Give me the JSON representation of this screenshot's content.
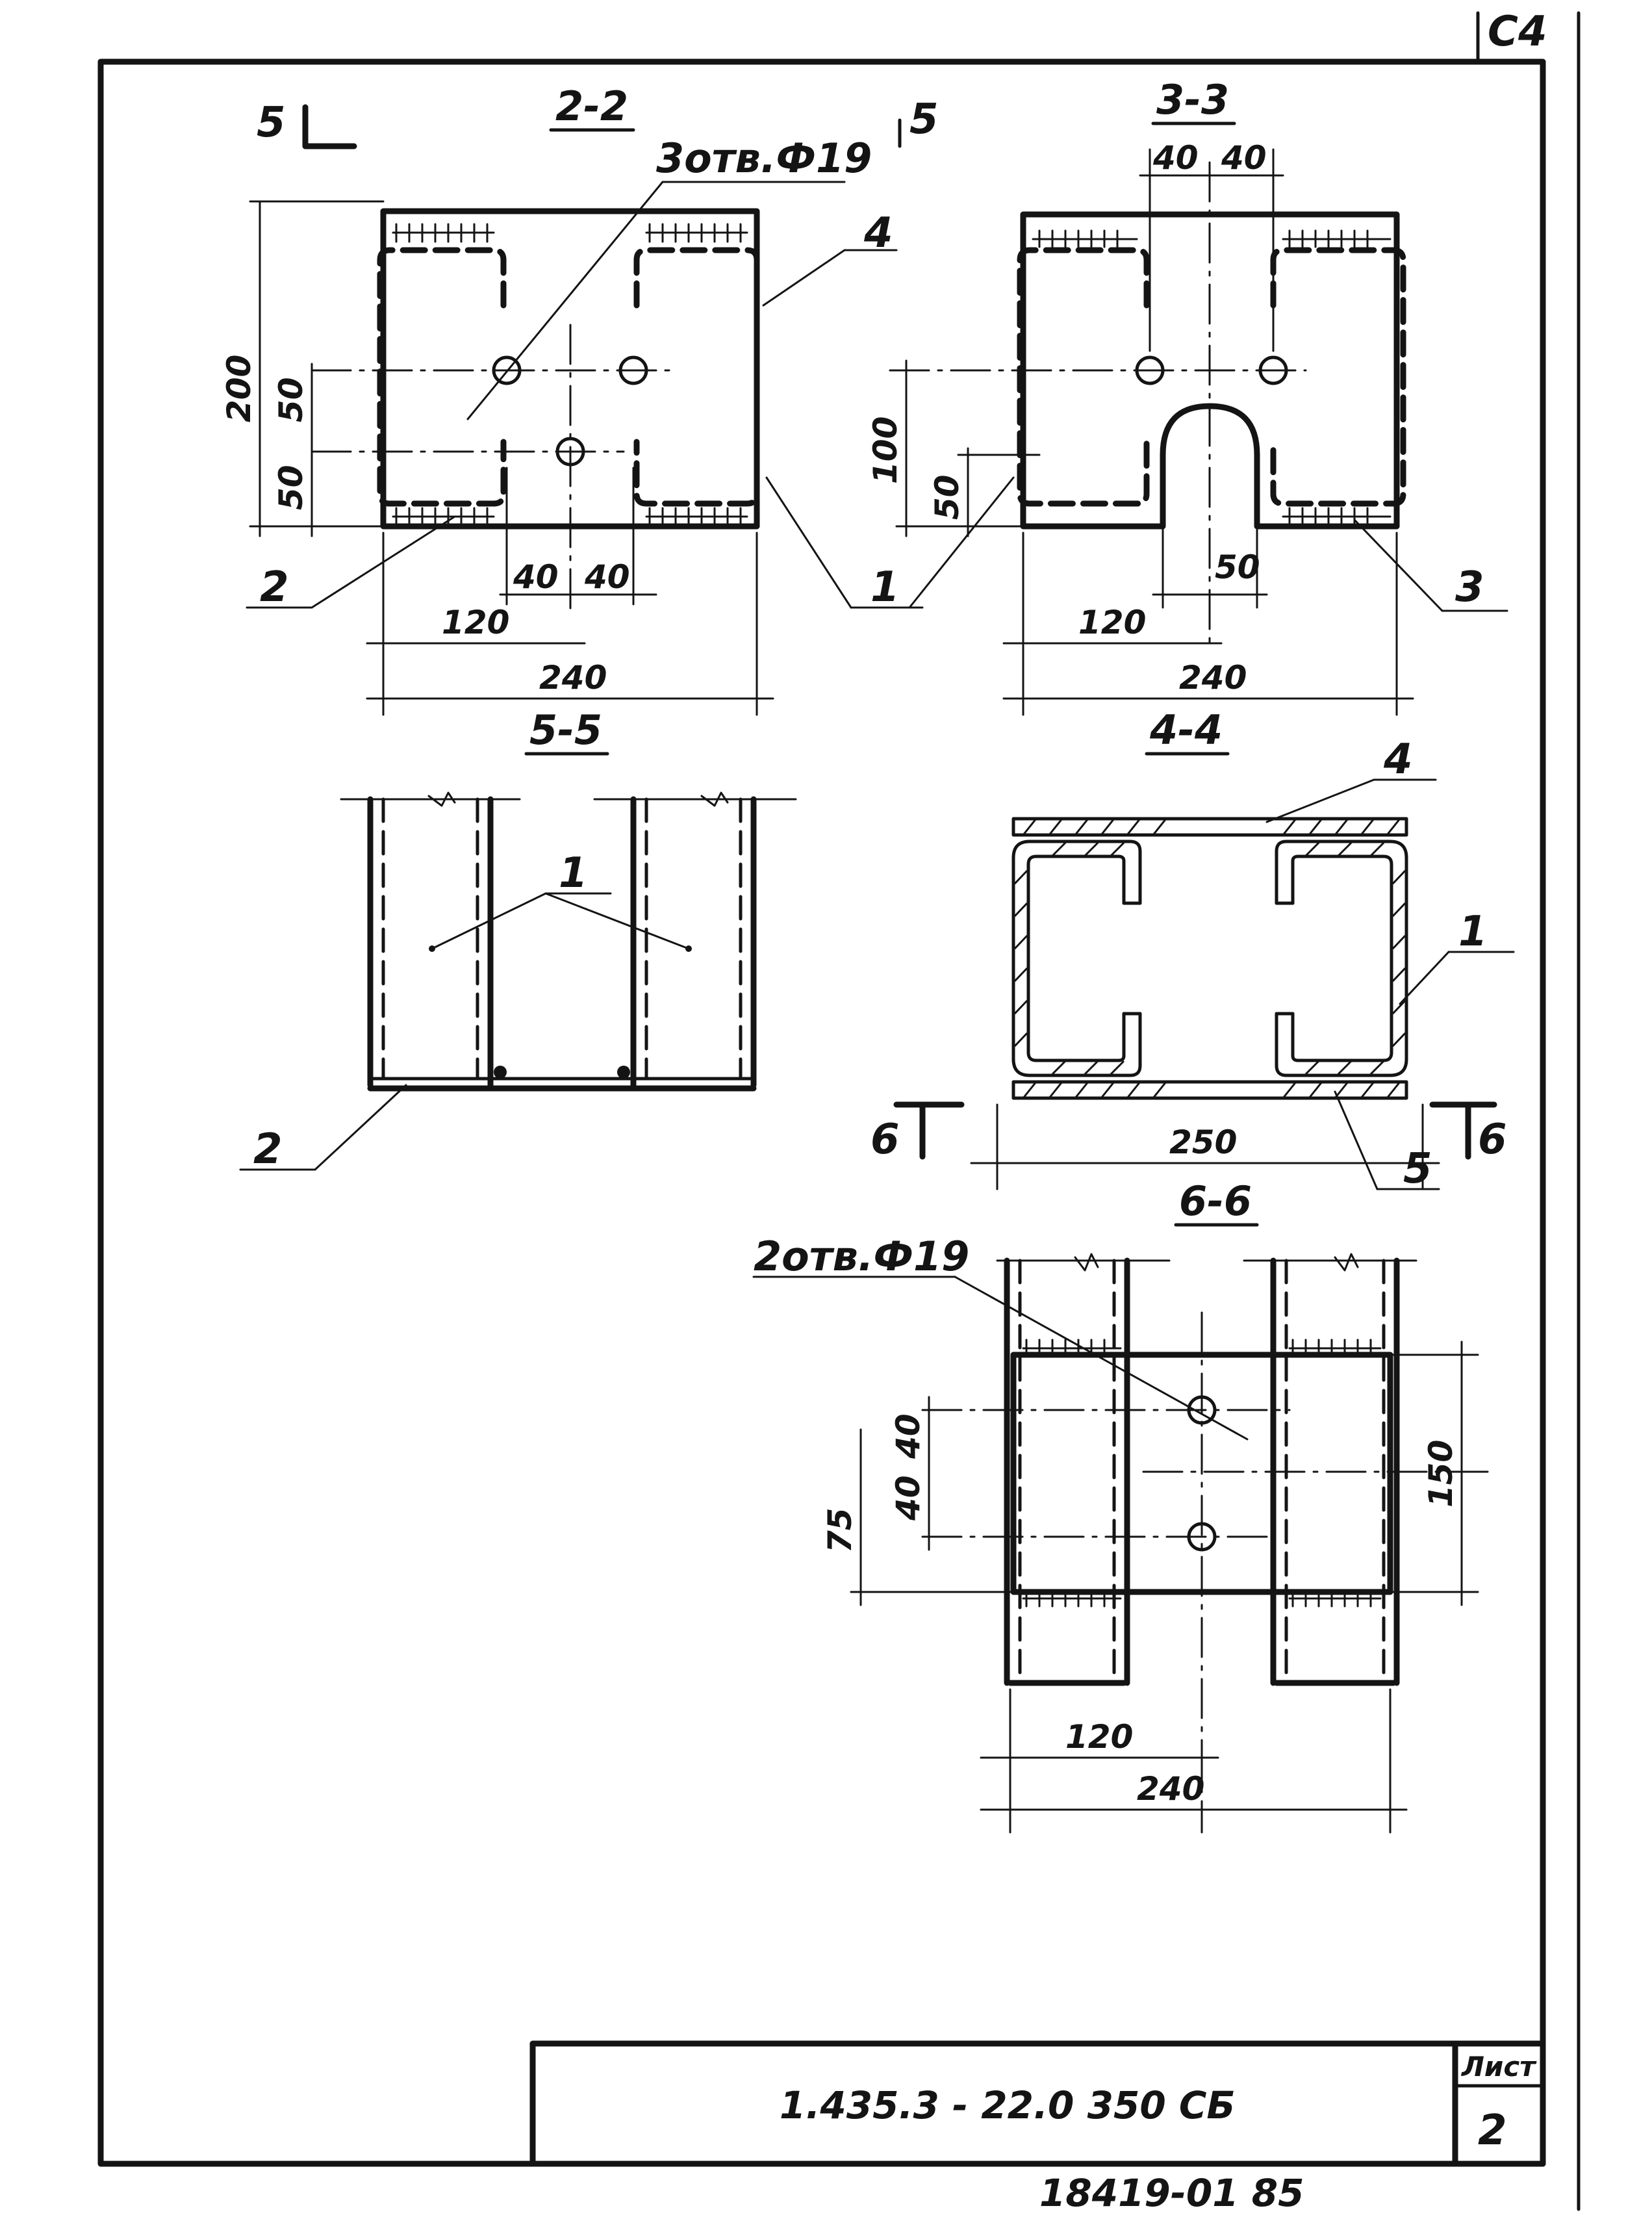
{
  "sheet": {
    "corner_mark": "С4",
    "title_block": {
      "designation": "1.435.3 - 22.0 350 СБ",
      "sheet_label": "Лист",
      "sheet_number": "2"
    },
    "inventory_number": "18419-01 85"
  },
  "views": {
    "section_2_2": {
      "title": "2-2",
      "holes_note": "3отв.Ф19",
      "weld_note": "4",
      "dims": {
        "height": "200",
        "v50a": "50",
        "v50b": "50",
        "h40a": "40",
        "h40b": "40",
        "h120": "120",
        "h240": "240"
      },
      "callouts": {
        "p1": "1",
        "p2": "2"
      }
    },
    "section_cut_marker": {
      "left": "5",
      "right": "5"
    },
    "section_3_3": {
      "title": "3-3",
      "dims": {
        "top40a": "40",
        "top40b": "40",
        "v100": "100",
        "v50": "50",
        "h50": "50",
        "h120": "120",
        "h240": "240"
      },
      "callouts": {
        "p3": "3"
      }
    },
    "section_5_5": {
      "title": "5-5",
      "callouts": {
        "p1": "1",
        "p2": "2"
      }
    },
    "section_4_4": {
      "title": "4-4",
      "dims": {
        "h250": "250"
      },
      "callouts": {
        "p4": "4",
        "p1": "1",
        "p5": "5"
      },
      "cut_marker": {
        "left": "6",
        "right": "6"
      }
    },
    "section_6_6": {
      "title": "6-6",
      "holes_note": "2отв.Ф19",
      "dims": {
        "v40a": "40",
        "v40b": "40",
        "v75": "75",
        "v150": "150",
        "h120": "120",
        "h240": "240"
      }
    }
  }
}
